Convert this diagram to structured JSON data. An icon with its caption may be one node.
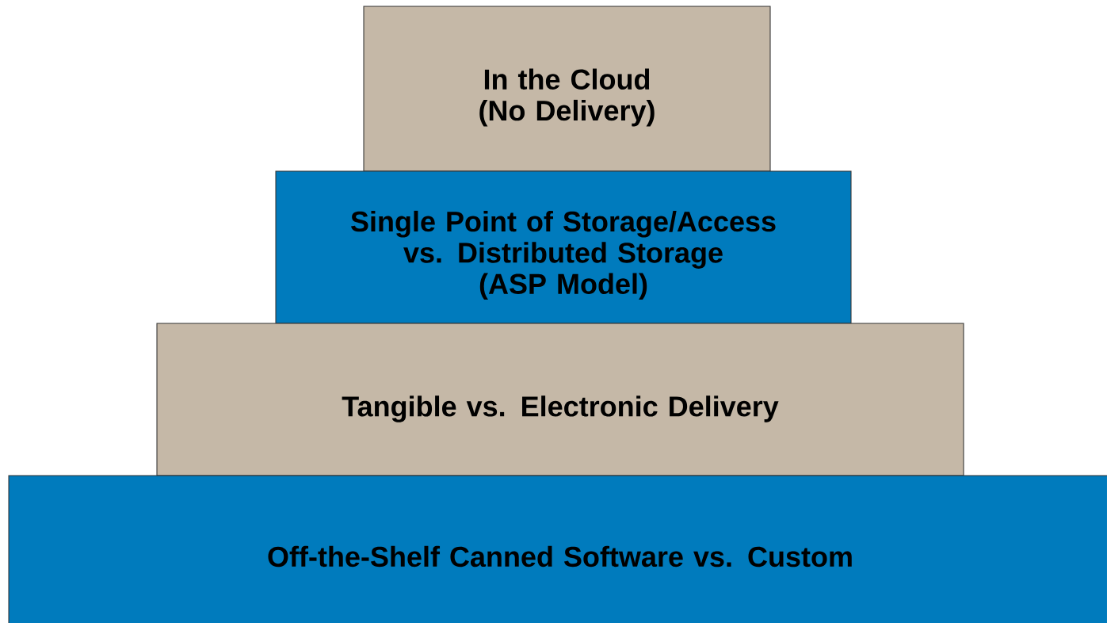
{
  "diagram": {
    "nodes": [
      {
        "text": [
          "In the Cloud",
          "(No Delivery)"
        ]
      },
      {
        "text": [
          "Single Point of Storage/Access vs. Distributed Storage",
          "(ASP Model)"
        ]
      },
      {
        "text": [
          "Tangible vs. Electronic Delivery"
        ]
      },
      {
        "text": [
          "Off-the-Shelf Canned Software vs. Custom"
        ]
      }
    ]
  }
}
